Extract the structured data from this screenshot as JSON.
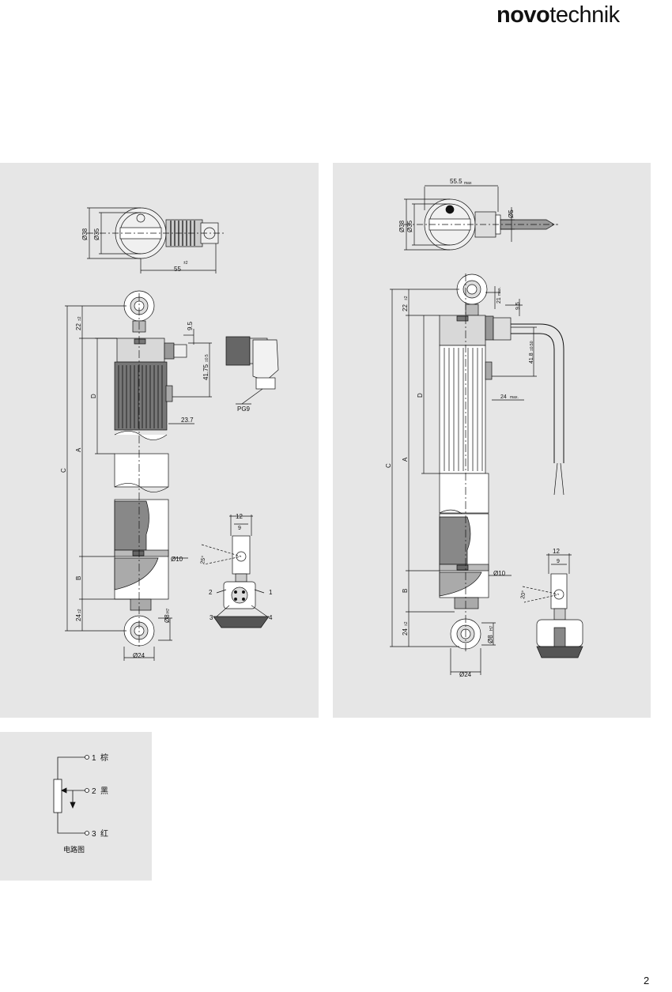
{
  "brand": {
    "bold": "novo",
    "regular": "technik"
  },
  "left_drawing": {
    "dims": {
      "d38": "Ø38",
      "d35": "Ø35",
      "len55": "55",
      "tol55": "±2",
      "l22": "22",
      "tol22": "±2",
      "l95": "9.5",
      "l4175": "41.75",
      "tol4175": "±0.5",
      "D": "D",
      "A": "A",
      "C": "C",
      "B": "B",
      "l237": "23.7",
      "pg9": "PG9",
      "l12": "12",
      "l9": "9",
      "ang25": "25°",
      "d10": "Ø10",
      "l24": "24",
      "tol24": "±2",
      "d8": "Ø8",
      "h7": "H7",
      "d24": "Ø24",
      "pin1": "1",
      "pin2": "2",
      "pin3": "3",
      "pin4": "4"
    }
  },
  "right_drawing": {
    "dims": {
      "len555": "55.5",
      "max": "max",
      "d5": "Ø5",
      "d38": "Ø38",
      "d35": "Ø35",
      "l22": "22",
      "tol22": "±2",
      "l21": "21",
      "max21": "max.",
      "l95": "9.5",
      "l418": "41.8",
      "tol418": "±0.50",
      "l24": "24",
      "max24": "max.",
      "D": "D",
      "A": "A",
      "C": "C",
      "B": "B",
      "l12": "12",
      "l9": "9",
      "ang20": "20°",
      "d10": "Ø10",
      "l24b": "24",
      "tol24b": "±2",
      "d8": "Ø8",
      "h7": "H7",
      "d24": "Ø24"
    }
  },
  "circuit": {
    "pins": [
      {
        "num": "1",
        "color": "棕"
      },
      {
        "num": "2",
        "color": "黑"
      },
      {
        "num": "3",
        "color": "红"
      }
    ],
    "caption": "电路图"
  },
  "page_number": "2"
}
